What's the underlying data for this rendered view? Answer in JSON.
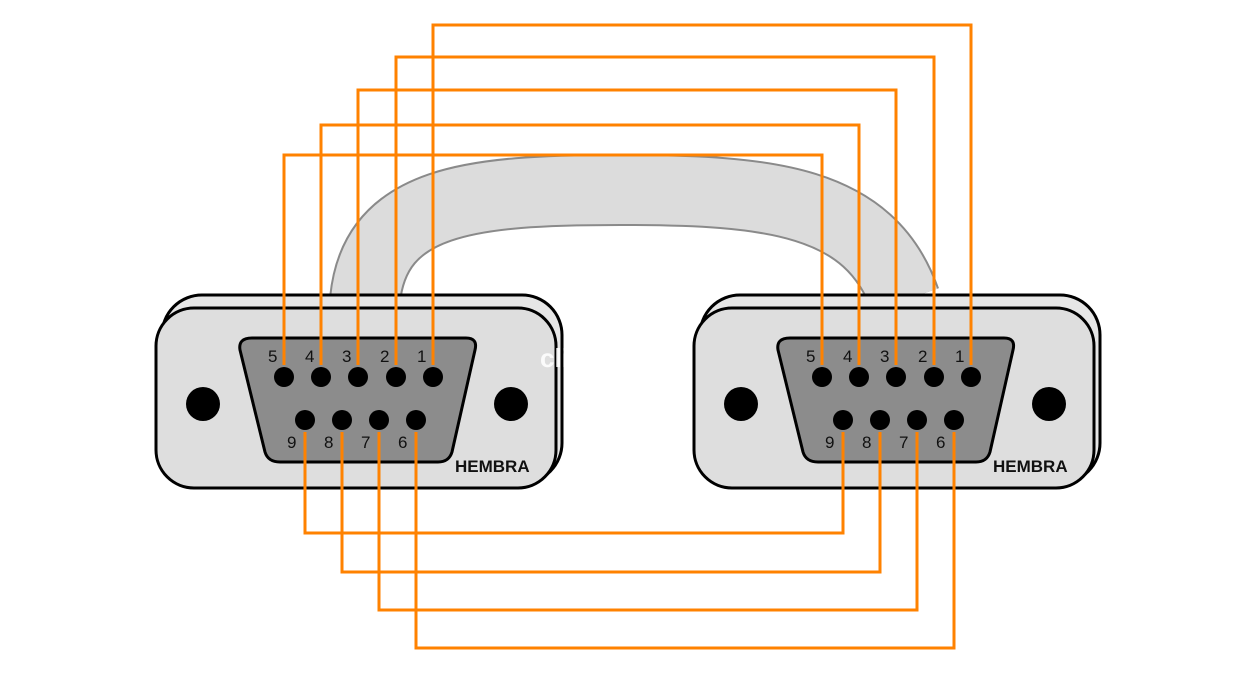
{
  "diagram": {
    "watermark": "clickbox.cl",
    "wire_color": "#ff8200",
    "connectors": [
      {
        "id": "left",
        "label": "HEMBRA",
        "top_pins": [
          "5",
          "4",
          "3",
          "2",
          "1"
        ],
        "bottom_pins": [
          "9",
          "8",
          "7",
          "6"
        ]
      },
      {
        "id": "right",
        "label": "HEMBRA",
        "top_pins": [
          "5",
          "4",
          "3",
          "2",
          "1"
        ],
        "bottom_pins": [
          "9",
          "8",
          "7",
          "6"
        ]
      }
    ],
    "connections": [
      {
        "from": "1",
        "to": "1"
      },
      {
        "from": "2",
        "to": "2"
      },
      {
        "from": "3",
        "to": "3"
      },
      {
        "from": "4",
        "to": "4"
      },
      {
        "from": "5",
        "to": "5"
      },
      {
        "from": "6",
        "to": "6"
      },
      {
        "from": "7",
        "to": "7"
      },
      {
        "from": "8",
        "to": "8"
      },
      {
        "from": "9",
        "to": "9"
      }
    ]
  }
}
